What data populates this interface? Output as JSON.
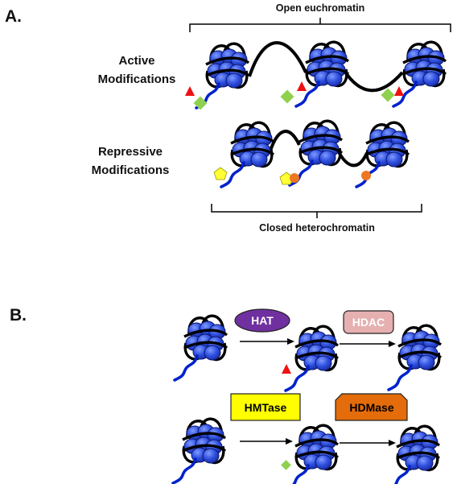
{
  "panel_a": {
    "label": "A.",
    "open_label": "Open euchromatin",
    "active_label_line1": "Active",
    "active_label_line2": "Modifications",
    "repressive_label_line1": "Repressive",
    "repressive_label_line2": "Modifications",
    "closed_label": "Closed heterochromatin"
  },
  "panel_b": {
    "label": "B.",
    "enzymes": [
      {
        "label": "HAT",
        "shape": "ellipse",
        "fill": "#7030a0",
        "text_color": "#ffffff"
      },
      {
        "label": "HDAC",
        "shape": "rounded-rect",
        "fill": "#e6b0b0",
        "text_color": "#ffffff"
      },
      {
        "label": "HMTase",
        "shape": "rect",
        "fill": "#ffff00",
        "text_color": "#000000"
      },
      {
        "label": "HDMase",
        "shape": "snipped-rect",
        "fill": "#e46c0a",
        "text_color": "#000000"
      }
    ]
  },
  "colors": {
    "histone": "#3355dd",
    "histone_light": "#6688ff",
    "dna": "#000000",
    "tail": "#0022cc",
    "acetyl_triangle": "#ee1111",
    "diamond": "#8fd14f",
    "pentagon": "#ffff33",
    "orange_circle": "#ee7722"
  }
}
